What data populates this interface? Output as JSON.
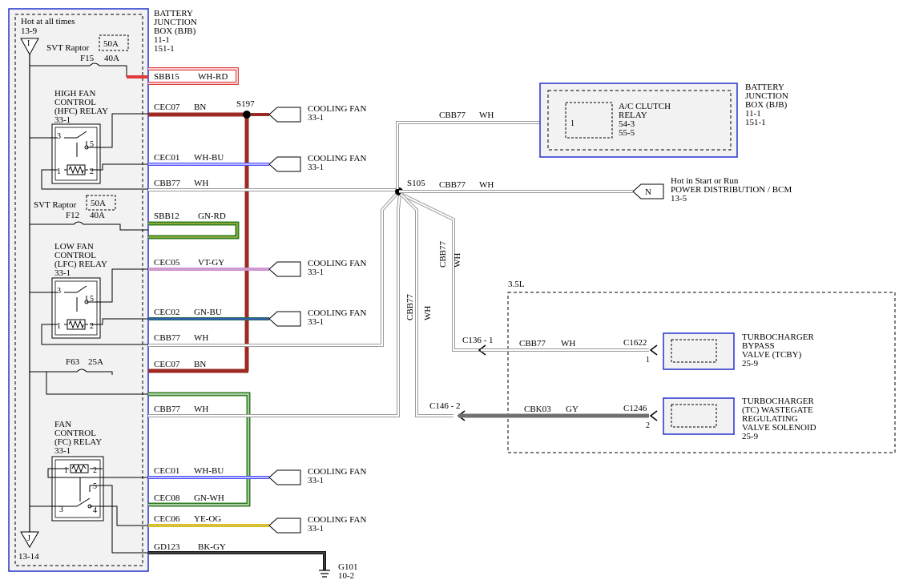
{
  "bjb_left": {
    "hot": "Hot at all times",
    "hot_ref": "13-9",
    "bottom_ref": "13-14",
    "top_connector": "I",
    "bottom_connector": "J",
    "title": [
      "BATTERY",
      "JUNCTION",
      "BOX (BJB)",
      "11-1",
      "151-1"
    ]
  },
  "fuses": {
    "f15_label": "SVT Raptor",
    "f15_box": "50A",
    "f15_name": "F15",
    "f15_rating": "40A",
    "f12_label": "SVT Raptor",
    "f12_box": "50A",
    "f12_name": "F12",
    "f12_rating": "40A",
    "f63_name": "F63",
    "f63_rating": "25A"
  },
  "relays": {
    "hfc": [
      "HIGH FAN",
      "CONTROL",
      "(HFC) RELAY",
      "33-1"
    ],
    "lfc": [
      "LOW FAN",
      "CONTROL",
      "(LFC) RELAY",
      "33-1"
    ],
    "fc": [
      "FAN",
      "CONTROL",
      "(FC) RELAY",
      "33-1"
    ]
  },
  "pins": {
    "hfc": [
      "3",
      "5",
      "1",
      "2"
    ],
    "lfc": [
      "3",
      "5",
      "1",
      "2"
    ],
    "fc": [
      "1",
      "2",
      "5",
      "3",
      "4"
    ]
  },
  "circuits": [
    {
      "name": "SBB15",
      "color": "WH-RD"
    },
    {
      "name": "CEC07",
      "color": "BN"
    },
    {
      "name": "CEC01",
      "color": "WH-BU"
    },
    {
      "name": "CBB77",
      "color": "WH"
    },
    {
      "name": "SBB12",
      "color": "GN-RD"
    },
    {
      "name": "CEC05",
      "color": "VT-GY"
    },
    {
      "name": "CEC02",
      "color": "GN-BU"
    },
    {
      "name": "CBB77",
      "color": "WH"
    },
    {
      "name": "CEC07",
      "color": "BN"
    },
    {
      "name": "CBB77",
      "color": "WH"
    },
    {
      "name": "CEC01",
      "color": "WH-BU"
    },
    {
      "name": "CEC08",
      "color": "GN-WH"
    },
    {
      "name": "CEC06",
      "color": "YE-OG"
    },
    {
      "name": "GD123",
      "color": "BK-GY"
    }
  ],
  "splices": {
    "s197": "S197",
    "s105": "S105"
  },
  "cooling_fan": {
    "label": "COOLING FAN",
    "ref": "33-1"
  },
  "ground": {
    "name": "G101",
    "ref": "10-2"
  },
  "ac_relay": {
    "wire_name": "CBB77",
    "wire_color": "WH",
    "pin": "1",
    "title": [
      "A/C CLUTCH",
      "RELAY",
      "54-3",
      "55-5"
    ],
    "bjb": [
      "BATTERY",
      "JUNCTION",
      "BOX (BJB)",
      "11-1",
      "151-1"
    ]
  },
  "power_dist": {
    "wire_name": "CBB77",
    "wire_color": "WH",
    "connector": "N",
    "lines": [
      "Hot in Start or Run",
      "POWER DISTRIBUTION / BCM",
      "13-5"
    ]
  },
  "vertical_labels": {
    "name": "CBB77",
    "color": "WH"
  },
  "engine_option": "3.5L",
  "tcby": {
    "inline": "C136 - 1",
    "wire_name": "CBB77",
    "wire_color": "WH",
    "connector": "C1622",
    "pin": "1",
    "title": [
      "TURBOCHARGER",
      "BYPASS",
      "VALVE (TCBY)",
      "25-9"
    ]
  },
  "wastegate": {
    "inline": "C146 - 2",
    "wire_name": "CBK03",
    "wire_color": "GY",
    "connector": "C1246",
    "pin": "2",
    "title": [
      "TURBOCHARGER",
      "(TC) WASTEGATE",
      "REGULATING",
      "VALVE SOLENOID",
      "25-9"
    ]
  },
  "colors": {
    "frame": "#2233cc",
    "bn": "#9b2a22",
    "wh_rd": "#e03a3a",
    "gn": "#2e7d1e",
    "gn_rd_inner": "#c0c04a",
    "vt": "#d68ad6",
    "gn_bu": "#1f6b5a",
    "wh_bu": "#4c4cff",
    "ye": "#e2c100",
    "gy": "#6f6f6f",
    "bk": "#111111",
    "wh_wire": "#9a9a9a"
  }
}
